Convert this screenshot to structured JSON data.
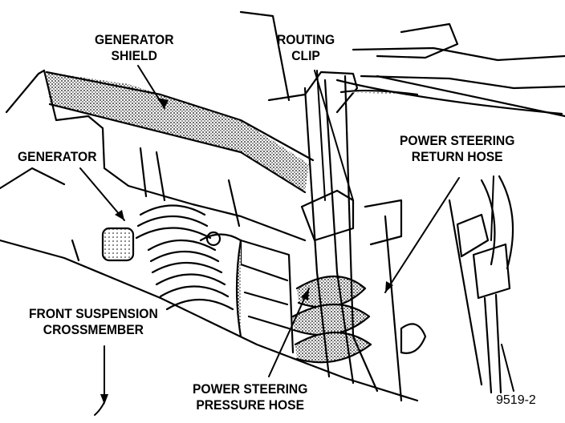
{
  "labels": {
    "generator_shield": [
      "GENERATOR",
      "SHIELD"
    ],
    "routing_clip": [
      "ROUTING",
      "CLIP"
    ],
    "power_steering_return_hose": [
      "POWER STEERING",
      "RETURN HOSE"
    ],
    "generator": "GENERATOR",
    "front_suspension_crossmember": [
      "FRONT SUSPENSION",
      "CROSSMEMBER"
    ],
    "power_steering_pressure_hose": [
      "POWER STEERING",
      "PRESSURE HOSE"
    ],
    "figure_number": "9519-2"
  },
  "colors": {
    "ink": "#000000",
    "paper": "#ffffff",
    "stipple": "#9a9a9a"
  }
}
